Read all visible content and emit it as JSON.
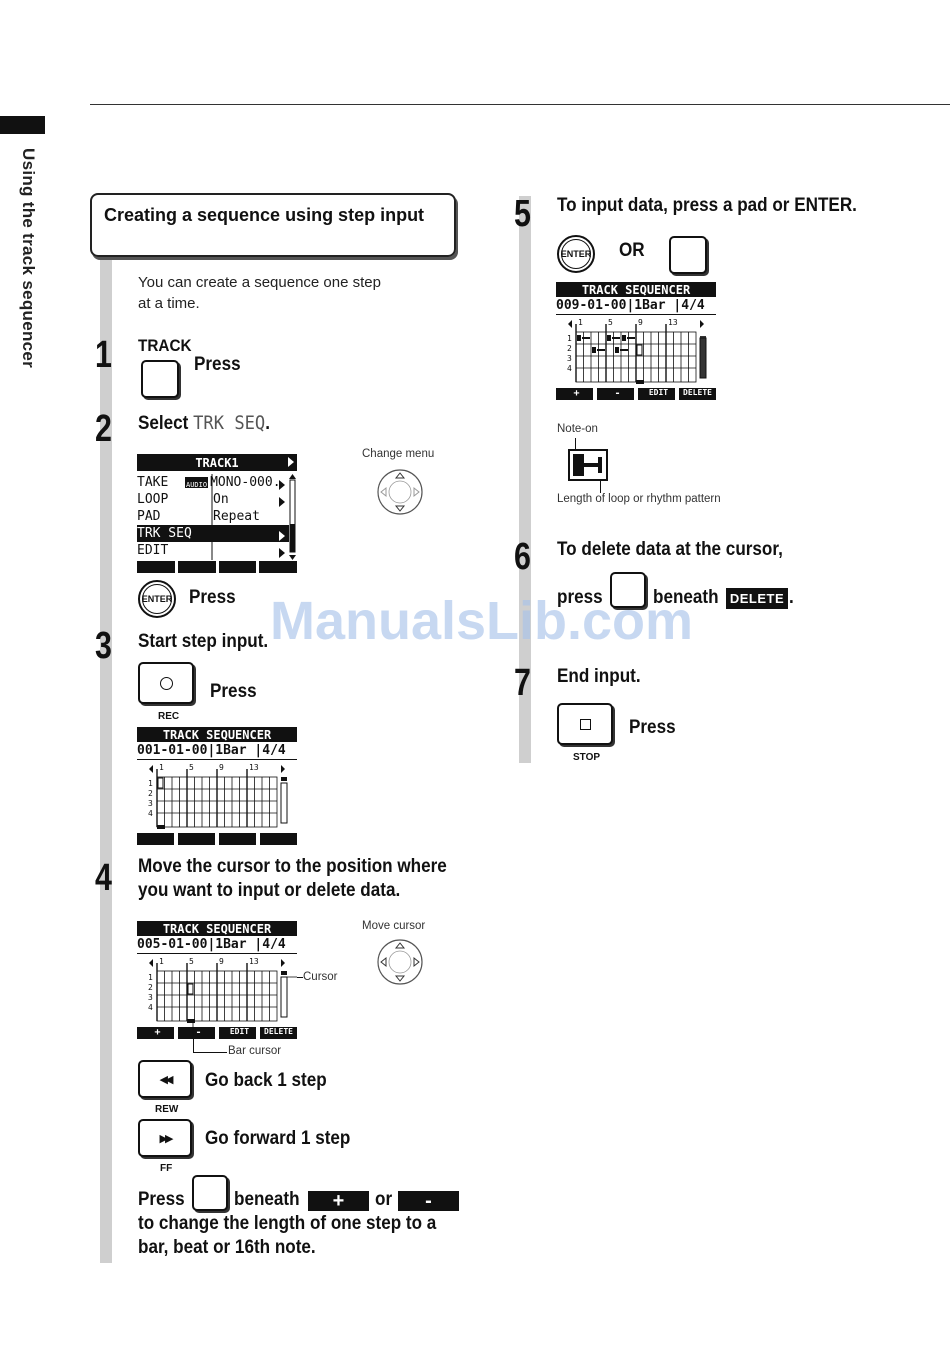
{
  "side_title": "Using the track sequencer",
  "box_title": "Creating a sequence using step input",
  "intro": [
    "You can create a sequence one step",
    "at a time."
  ],
  "watermark": "ManualsLib.com",
  "steps": {
    "s1": {
      "num": "1",
      "key_label": "TRACK",
      "press": "Press"
    },
    "s2": {
      "num": "2",
      "select": "Select",
      "param": "TRK SEQ",
      "period": ".",
      "change_menu": "Change menu",
      "press": "Press"
    },
    "s3": {
      "num": "3",
      "head": "Start step input.",
      "press": "Press",
      "key_label": "REC"
    },
    "s4": {
      "num": "4",
      "head1": "Move the cursor to the position where",
      "head2": "you want to input or delete data.",
      "move_cursor": "Move cursor",
      "cursor": "Cursor",
      "bar_cursor": "Bar cursor",
      "back": "Go back 1 step",
      "rew": "REW",
      "forward": "Go forward 1 step",
      "ff": "FF",
      "press": "Press",
      "beneath": "beneath",
      "or": "or",
      "tail1": "to change the length of one step to a",
      "tail2": "bar, beat or 16th note."
    },
    "s5": {
      "num": "5",
      "head": "To input data, press a pad or ENTER.",
      "or": "OR",
      "note_on": "Note-on",
      "length": "Length of loop or rhythm pattern"
    },
    "s6": {
      "num": "6",
      "head": "To delete data at the cursor,",
      "press": "press",
      "beneath": "beneath",
      "delete_tag": "DELETE",
      "period": "."
    },
    "s7": {
      "num": "7",
      "head": "End input.",
      "press": "Press",
      "key_label": "STOP"
    }
  },
  "enter_label": "ENTER",
  "track1_screen": {
    "title": "TRACK1",
    "rows": [
      {
        "k": "TAKE",
        "v": "MONO-000.",
        "tag": "AUDIO"
      },
      {
        "k": "LOOP",
        "v": "On"
      },
      {
        "k": "PAD",
        "v": "Repeat"
      },
      {
        "k": "TRK SEQ",
        "v": ""
      },
      {
        "k": "EDIT",
        "v": ""
      }
    ]
  },
  "seq_screens": {
    "title": "TRACK SEQUENCER",
    "s3_pos": "001-01-00",
    "s4_pos": "005-01-00",
    "s5_pos": "009-01-00",
    "bar": "1Bar",
    "sig": "4/4",
    "ticks": [
      "1",
      "5",
      "9",
      "13"
    ],
    "rows": [
      "1",
      "2",
      "3",
      "4"
    ],
    "soft_keys": [
      "+",
      "-",
      "EDIT",
      "DELETE"
    ]
  }
}
